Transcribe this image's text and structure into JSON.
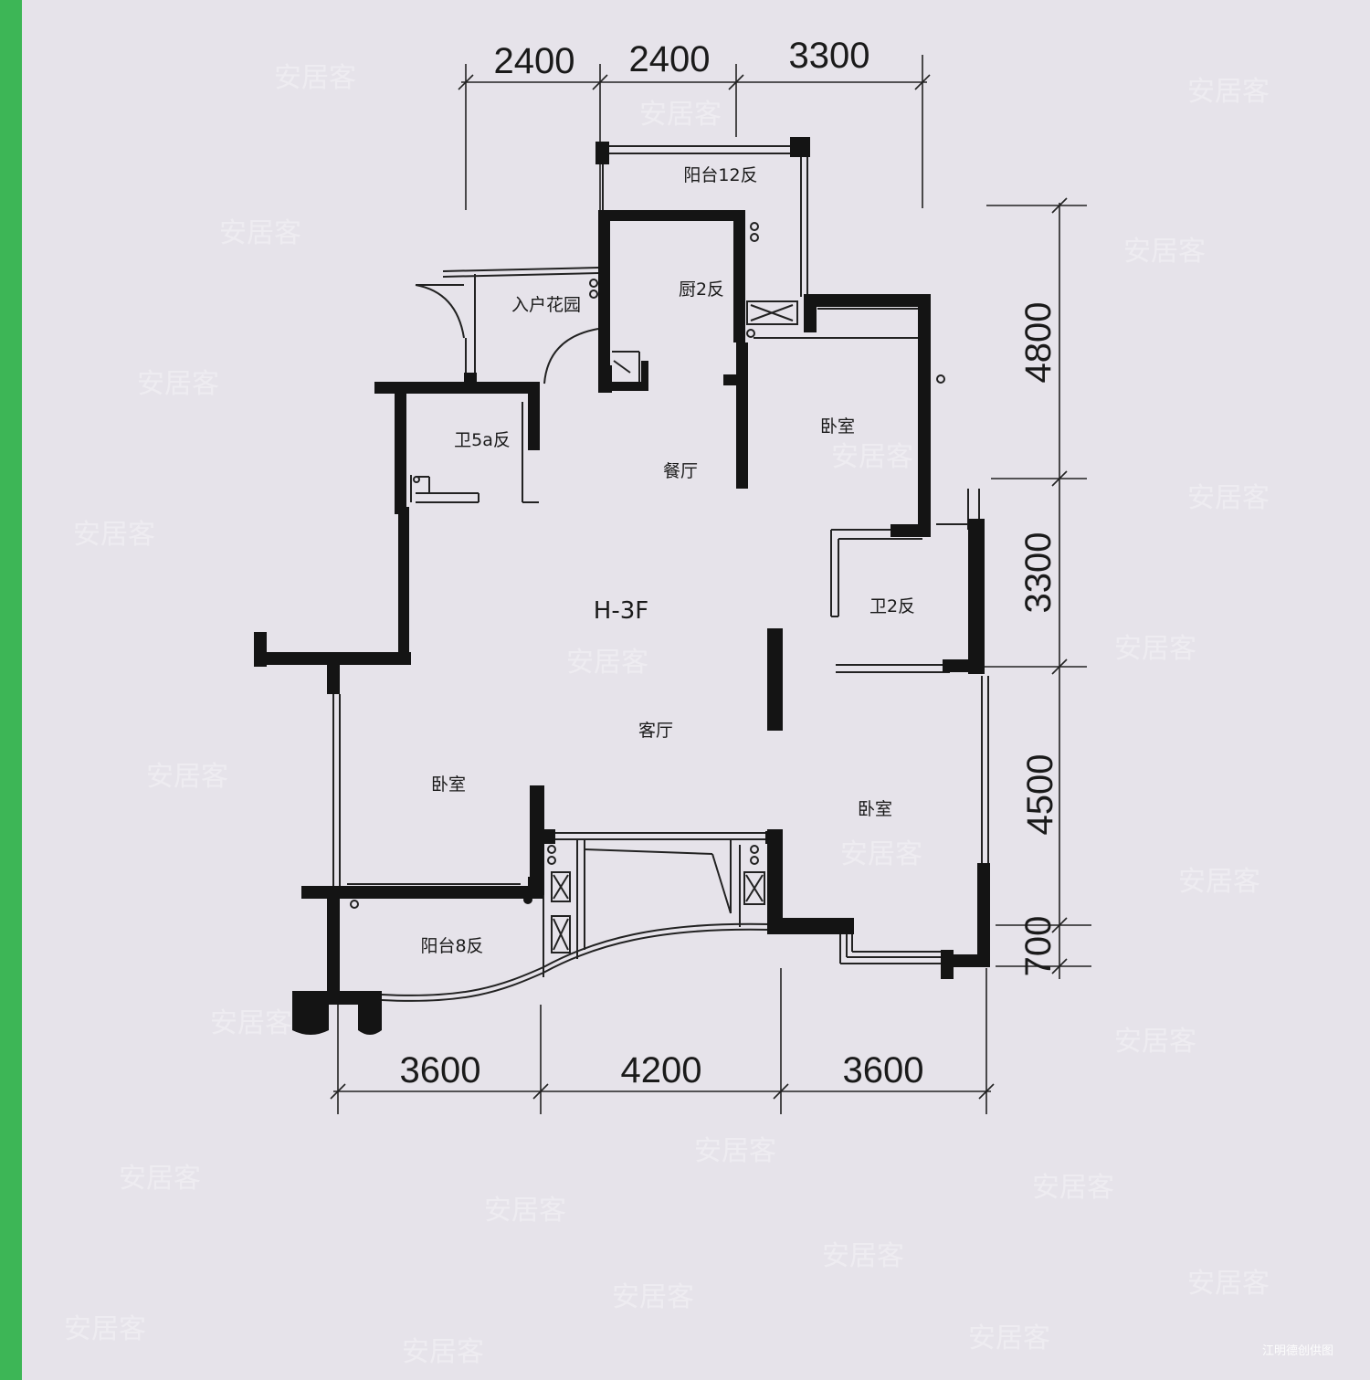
{
  "plan_label": "H-3F",
  "rooms": {
    "balcony_top": "阳台12反",
    "entry_garden": "入户花园",
    "kitchen": "厨2反",
    "bath_left": "卫5a反",
    "dining": "餐厅",
    "bedroom_top_right": "卧室",
    "bath_right": "卫2反",
    "living": "客厅",
    "bedroom_left": "卧室",
    "bedroom_right": "卧室",
    "balcony_bottom": "阳台8反"
  },
  "dimensions": {
    "top": [
      "2400",
      "2400",
      "3300"
    ],
    "right": [
      "4800",
      "3300",
      "4500",
      "700"
    ],
    "bottom": [
      "3600",
      "4200",
      "3600"
    ]
  },
  "watermark": "安居客",
  "credit": "江明德创供图",
  "colors": {
    "paper": "#e6e3ea",
    "edge": "#3db656",
    "ink": "#141414"
  }
}
